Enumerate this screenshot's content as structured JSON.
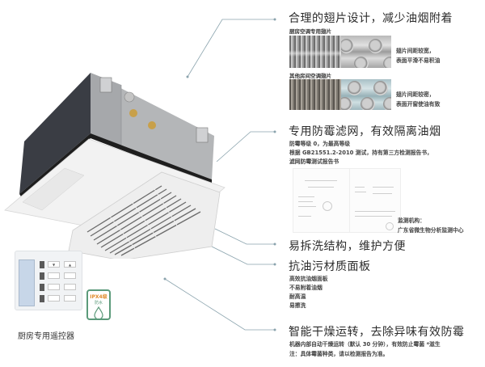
{
  "features": [
    {
      "title": "合理的翅片设计，减少油烟附着",
      "comparisons": [
        {
          "label": "厨房空调专用翅片",
          "note_lines": [
            "翅片间距较宽，",
            "表面平滑不易积油"
          ]
        },
        {
          "label": "其他房间空调翅片",
          "note_lines": [
            "翅片间距较密，",
            "表面开窗使油有致"
          ]
        }
      ]
    },
    {
      "title": "专用防霉滤网，有效隔离油烟",
      "lines": [
        "防霉等级 0，为最高等级",
        "根据 GB21551.2-2010 测试，持有第三方检测报告书，",
        "滤网防霉测试报告书"
      ],
      "agency_label": "监测机构：",
      "agency_name": "广东省微生物分析监测中心"
    },
    {
      "title": "易拆洗结构，维护方便"
    },
    {
      "title": "抗油污材质面板",
      "lines": [
        "高效抗油烟面板",
        "不易附着油烟",
        "耐高温",
        "易擦洗"
      ]
    },
    {
      "title": "智能干燥运转，去除异味有效防霉",
      "lines": [
        "机器内部自动干燥运转（默认 30 分钟），有效防止霉菌 *滋生",
        "注：具体霉菌种类，请以检测报告为准。"
      ]
    }
  ],
  "remote": {
    "caption": "厨房专用遥控器",
    "badge_top": "IPX4级",
    "badge_sub": "防水"
  },
  "colors": {
    "leader": "#8aa3ad",
    "title_text": "#2c2c2c",
    "badge_green": "#5b9a7a",
    "badge_orange": "#e08a2a"
  }
}
